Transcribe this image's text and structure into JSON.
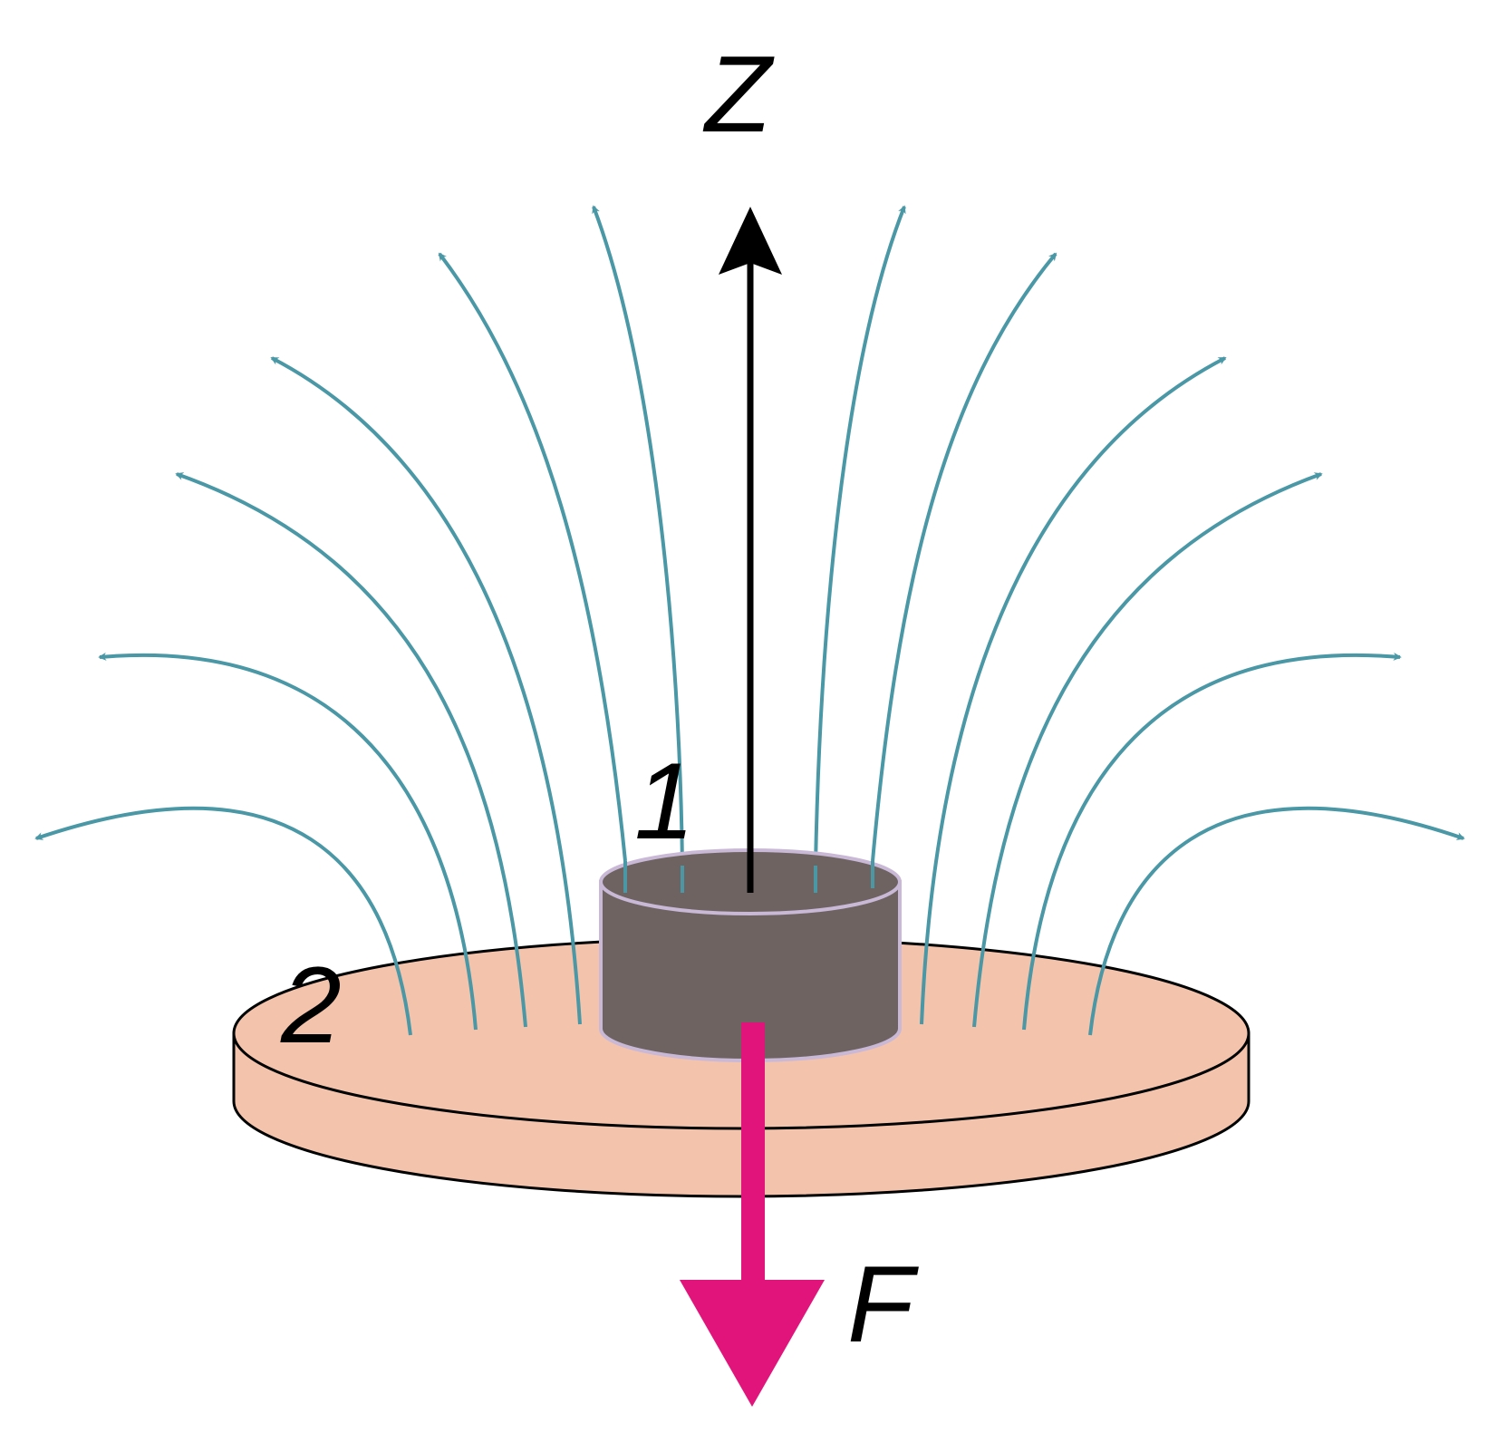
{
  "labels": {
    "axis": "Z",
    "magnet": "1",
    "disk": "2",
    "force": "F"
  },
  "colors": {
    "field_line": "#4a97a6",
    "magnet_body": "#6e6360",
    "magnet_top": "#6e6360",
    "magnet_outline": "#c9b8d6",
    "disk_fill": "#f4c3ac",
    "disk_outline": "#000000",
    "axis": "#000000",
    "force": "#e0147a"
  }
}
